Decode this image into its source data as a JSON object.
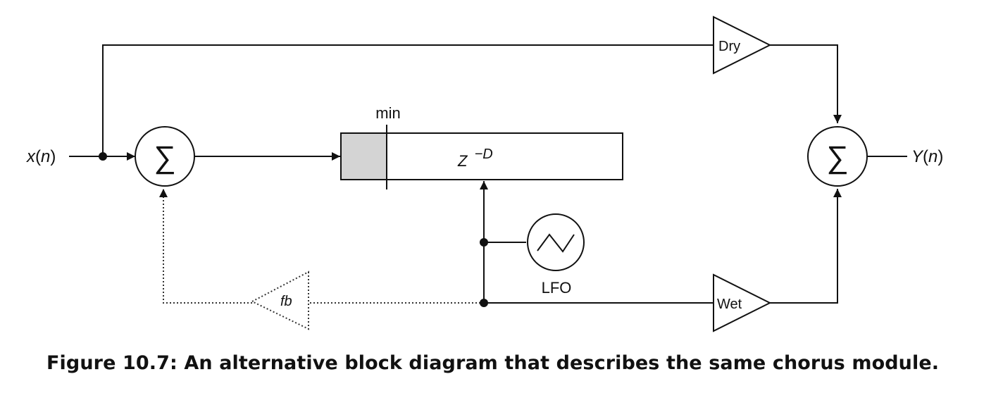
{
  "diagram": {
    "input_label": {
      "var": "x",
      "arg": "n"
    },
    "output_label": {
      "var": "Y",
      "arg": "n"
    },
    "input_summer_symbol": "∑",
    "output_summer_symbol": "∑",
    "delay": {
      "base": "Z",
      "exponent": "−D",
      "min_label": "min"
    },
    "lfo_label": "LFO",
    "dry_gain_label": "Dry",
    "wet_gain_label": "Wet",
    "feedback_gain_label": "fb"
  },
  "caption": "Figure 10.7: An alternative block diagram that describes the same chorus module."
}
